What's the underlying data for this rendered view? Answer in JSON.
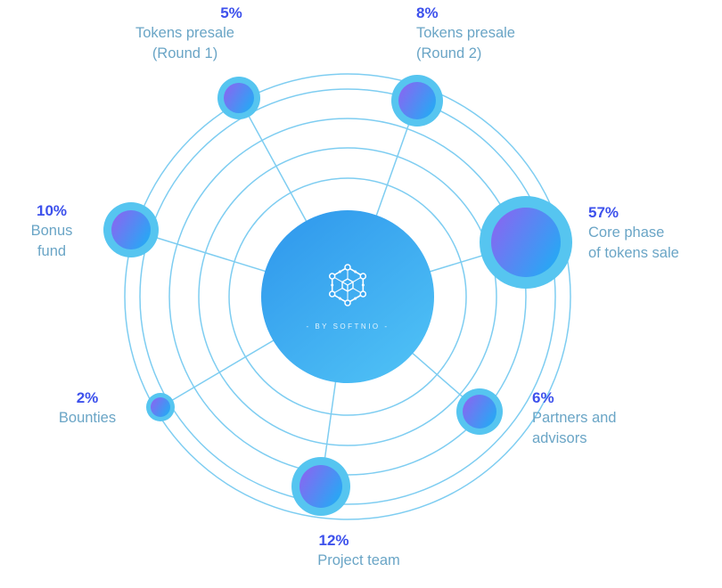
{
  "brand": {
    "center_caption": "- BY SOFTNIO -",
    "logo_icon": "hex-network-icon"
  },
  "colors": {
    "percent": "#3D51EC",
    "label": "#6AA5C6",
    "orbit": "#7ECDF1",
    "halo": "#56C5F0",
    "node_gradient_start": "#9061F2",
    "node_gradient_end": "#2BA5F4",
    "center_gradient_start": "#2E96EC",
    "center_gradient_end": "#4EC0F5"
  },
  "chart_data": {
    "type": "pie",
    "title": "",
    "categories": [
      "Tokens presale (Round 1)",
      "Tokens presale (Round 2)",
      "Bonus fund",
      "Core phase of tokens sale",
      "Bounties",
      "Partners and advisors",
      "Project team"
    ],
    "values": [
      5,
      8,
      10,
      57,
      2,
      6,
      12
    ],
    "unit": "%",
    "legend_position": "around-nodes",
    "grid": "concentric-orbits"
  },
  "nodes": [
    {
      "pct": "5%",
      "lines": [
        "Tokens presale",
        "(Round 1)"
      ]
    },
    {
      "pct": "8%",
      "lines": [
        "Tokens presale",
        "(Round 2)"
      ]
    },
    {
      "pct": "10%",
      "lines": [
        "Bonus",
        "fund"
      ]
    },
    {
      "pct": "57%",
      "lines": [
        "Core phase",
        "of tokens sale"
      ]
    },
    {
      "pct": "2%",
      "lines": [
        "Bounties"
      ]
    },
    {
      "pct": "6%",
      "lines": [
        "Partners and",
        "advisors"
      ]
    },
    {
      "pct": "12%",
      "lines": [
        "Project team"
      ]
    }
  ]
}
